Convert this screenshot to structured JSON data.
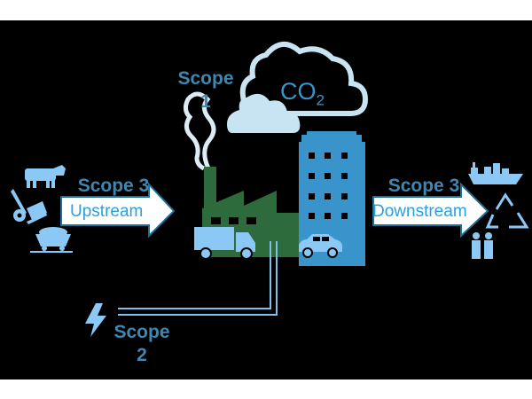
{
  "scope1": {
    "word": "Scope",
    "number": "1"
  },
  "scope2": {
    "word": "Scope",
    "number": "2"
  },
  "scope3_upstream": {
    "word": "Scope",
    "number": "3",
    "direction": "Upstream"
  },
  "scope3_downstream": {
    "title": "Scope 3",
    "direction": "Downstream"
  },
  "emission": {
    "main": "CO",
    "subscript": "2"
  },
  "colors": {
    "background": "#000000",
    "scope_text": "#3f86b0",
    "icon_light_blue": "#8cc8f5",
    "building_blue": "#3a94cc",
    "factory_green": "#2e6b3c",
    "cloud": "#c8e4f2",
    "arrow_fill": "#ffffff",
    "arrow_outline": "#1f6f96"
  },
  "icons": [
    "cow-icon",
    "hand-truck-icon",
    "mine-cart-icon",
    "smoke-icon",
    "cloud-icon",
    "factory-icon",
    "office-building-icon",
    "truck-icon",
    "car-icon",
    "power-line",
    "lightning-icon",
    "cargo-ship-icon",
    "recycle-icon",
    "people-icon"
  ]
}
